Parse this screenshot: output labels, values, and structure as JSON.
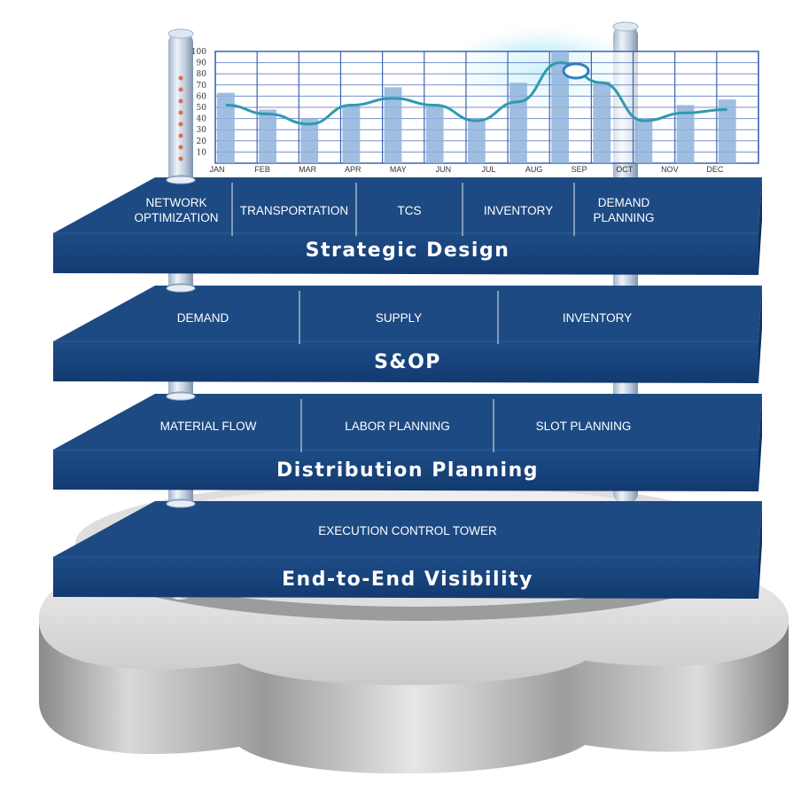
{
  "chart_data": {
    "type": "bar",
    "categories": [
      "JAN",
      "FEB",
      "MAR",
      "APR",
      "MAY",
      "JUN",
      "JUL",
      "AUG",
      "SEP",
      "OCT",
      "NOV",
      "DEC"
    ],
    "values": [
      63,
      48,
      40,
      52,
      68,
      52,
      40,
      72,
      100,
      73,
      40,
      52,
      57
    ],
    "trend": [
      52,
      44,
      35,
      52,
      58,
      52,
      38,
      55,
      90,
      72,
      38,
      45,
      48
    ],
    "yticks": [
      "10",
      "20",
      "30",
      "40",
      "50",
      "60",
      "70",
      "80",
      "90",
      "100"
    ],
    "ylim": [
      0,
      100
    ],
    "grid": true,
    "colors": {
      "bar": "#8fb3dc",
      "grid": "#3d63b5",
      "trend": "#2f9ab0",
      "axis_text": "#333333"
    }
  },
  "tiers": [
    {
      "title": "Strategic Design",
      "cells": [
        [
          "NETWORK",
          "OPTIMIZATION"
        ],
        [
          "TRANSPORTATION"
        ],
        [
          "TCS"
        ],
        [
          "INVENTORY"
        ],
        [
          "DEMAND",
          "PLANNING"
        ]
      ]
    },
    {
      "title": "S&OP",
      "cells": [
        [
          "DEMAND"
        ],
        [
          "SUPPLY"
        ],
        [
          "INVENTORY"
        ]
      ]
    },
    {
      "title": "Distribution Planning",
      "cells": [
        [
          "MATERIAL FLOW"
        ],
        [
          "LABOR PLANNING"
        ],
        [
          "SLOT PLANNING"
        ]
      ]
    },
    {
      "title": "End-to-End Visibility",
      "cells": [
        [
          "EXECUTION CONTROL TOWER"
        ]
      ]
    }
  ],
  "colors": {
    "slab_top": "#1d4a82",
    "slab_front": "#16407a",
    "slab_edge": "#0f2f5e",
    "divider": "#ffffff",
    "label_text": "#ffffff",
    "base_metal": "#b8b8b8"
  }
}
